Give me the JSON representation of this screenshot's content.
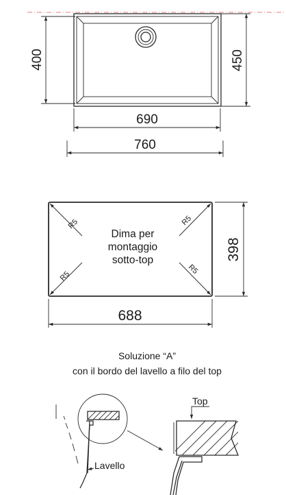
{
  "top_view": {
    "dim_inner_depth": "400",
    "dim_outer_depth": "450",
    "dim_inner_width": "690",
    "dim_outer_width": "760"
  },
  "template": {
    "label_line1": "Dima per",
    "label_line2": "montaggio",
    "label_line3": "sotto-top",
    "radius_label": "R5",
    "dim_width": "688",
    "dim_depth": "398"
  },
  "solution": {
    "title_line1": "Soluzione “A”",
    "title_line2": "con il bordo del lavello a filo del top",
    "label_top": "Top",
    "label_sink": "Lavello"
  },
  "colors": {
    "line": "#2a2a2a",
    "guide": "#e05050"
  }
}
